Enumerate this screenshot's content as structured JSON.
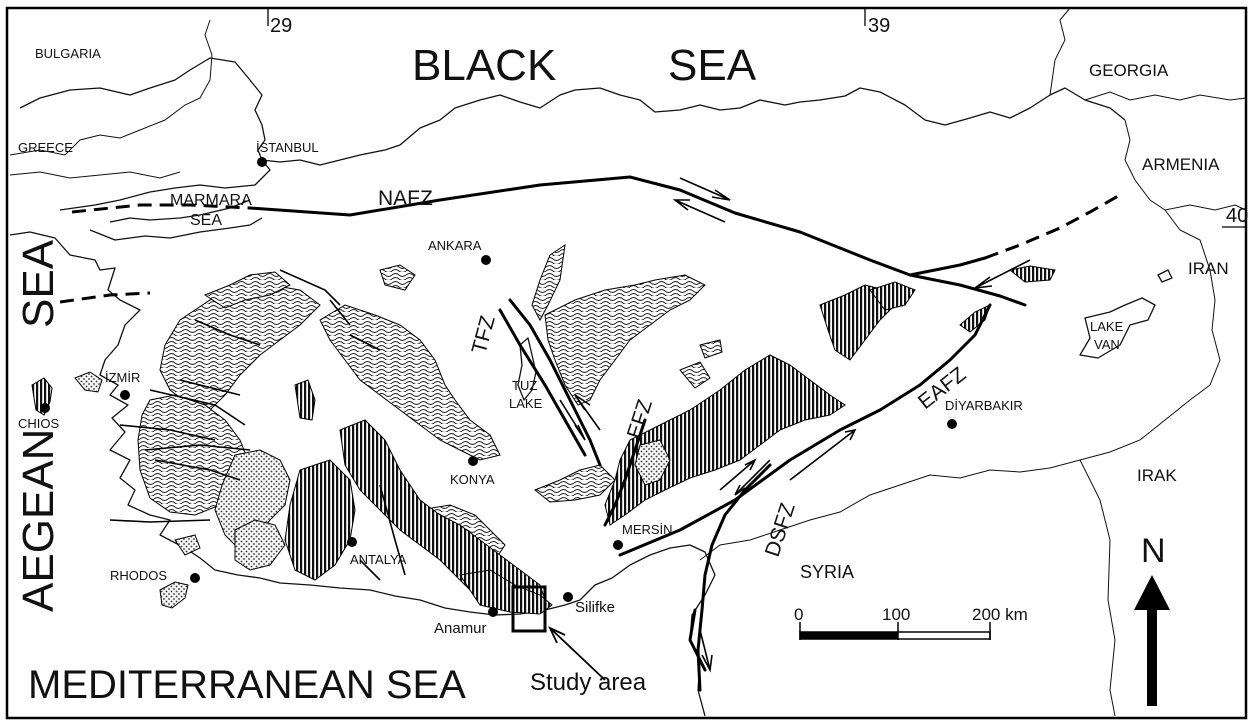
{
  "graticule": {
    "lon_left": "29",
    "lon_right": "39",
    "lat_right": "40"
  },
  "seas": {
    "black_sea_word1": "BLACK",
    "black_sea_word2": "SEA",
    "aegean_sea_word1": "SEA",
    "aegean_sea_word2": "AEGEAN",
    "mediterranean": "MEDITERRANEAN SEA",
    "marmara_line1": "MARMARA",
    "marmara_line2": "SEA"
  },
  "countries": {
    "bulgaria": "BULGARIA",
    "greece": "GREECE",
    "georgia": "GEORGIA",
    "armenia": "ARMENIA",
    "iran": "IRAN",
    "irak": "IRAK",
    "syria": "SYRIA"
  },
  "cities": {
    "istanbul": "İSTANBUL",
    "ankara": "ANKARA",
    "izmir": "İZMİR",
    "chios": "CHIOS",
    "konya": "KONYA",
    "antalya": "ANTALYA",
    "rhodos": "RHODOS",
    "mersin": "MERSİN",
    "silifke": "Silifke",
    "anamur": "Anamur",
    "diyarbakir": "DİYARBAKIR"
  },
  "lakes": {
    "tuz_line1": "TUZ",
    "tuz_line2": "LAKE",
    "van_line1": "LAKE",
    "van_line2": "VAN"
  },
  "faults": {
    "nafz": "NAFZ",
    "tfz": "TFZ",
    "efz": "EFZ",
    "eafz": "EAFZ",
    "dsfz": "DSFZ"
  },
  "scale_bar": {
    "tick0": "0",
    "tick1": "100",
    "tick2": "200 km"
  },
  "north_arrow": "N",
  "study_area_label": "Study area"
}
